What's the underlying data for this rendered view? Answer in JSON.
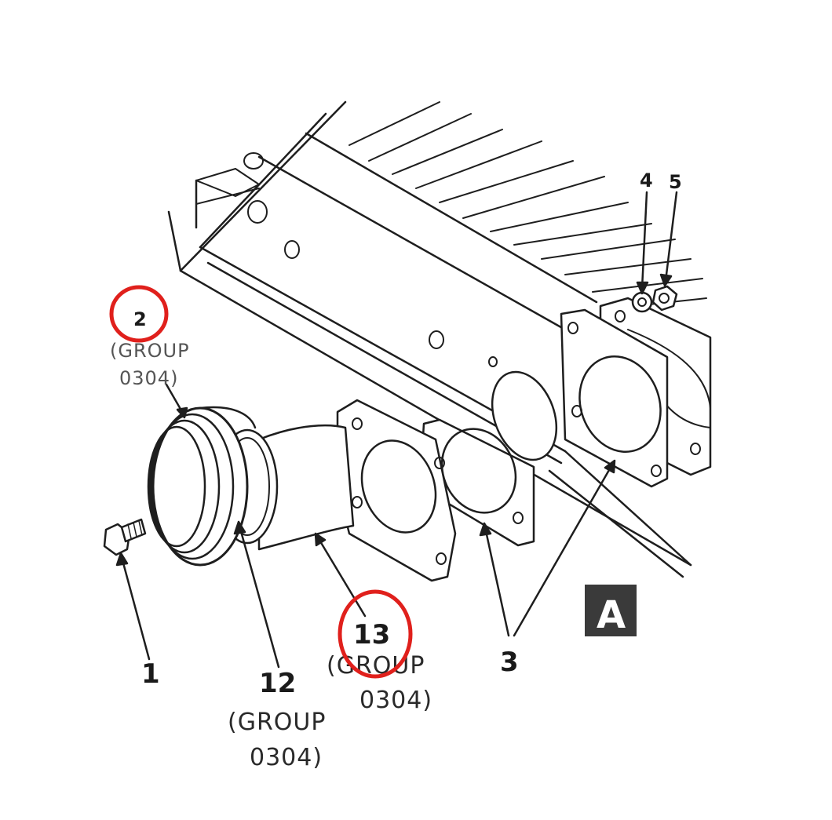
{
  "callouts": {
    "c1": {
      "number": "1"
    },
    "c2": {
      "number": "2",
      "line1": "(GROUP",
      "line2": "0304)"
    },
    "c3": {
      "number": "3"
    },
    "c4": {
      "number": "4"
    },
    "c5": {
      "number": "5"
    },
    "c12": {
      "number": "12",
      "line1": "(GROUP",
      "line2": "0304)"
    },
    "c13": {
      "number": "13",
      "line1": "(GROUP",
      "line2": "0304)"
    }
  },
  "view_label": "A",
  "colors": {
    "ink": "#1e1e1e",
    "highlight_circle": "#e0201c",
    "view_badge": "#3a3a3a"
  }
}
